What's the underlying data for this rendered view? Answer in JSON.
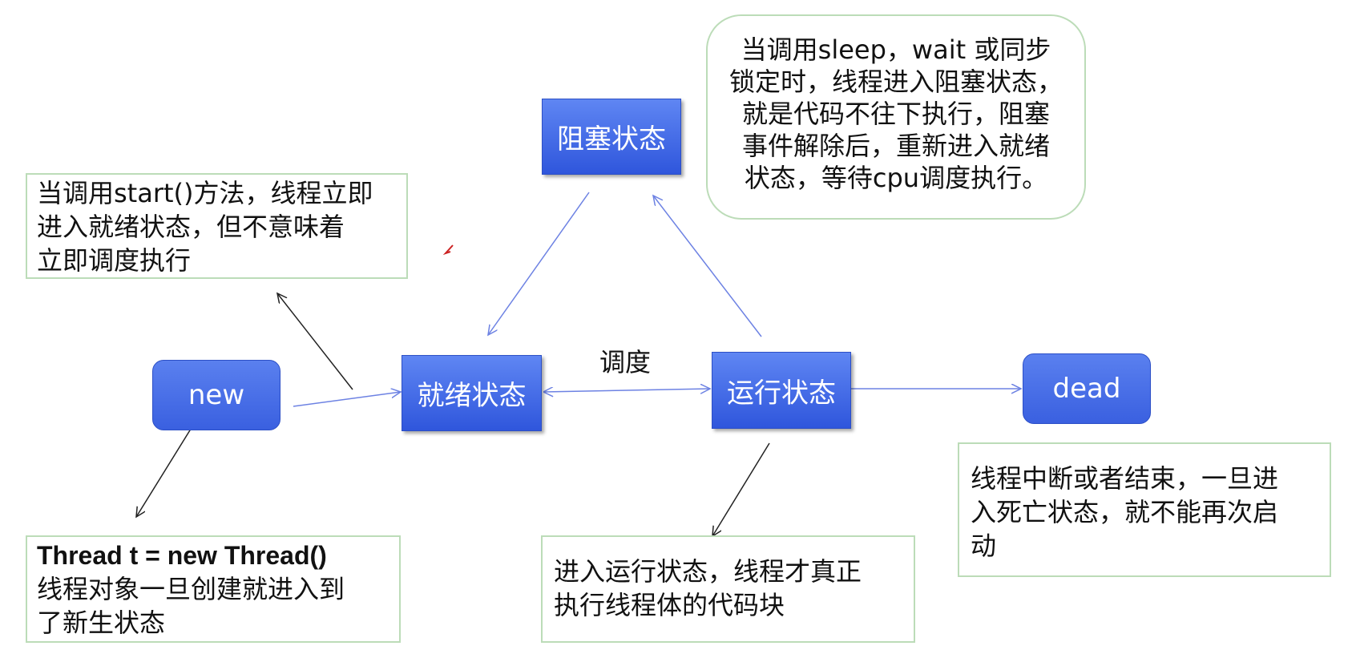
{
  "states": {
    "new": "new",
    "ready": "就绪状态",
    "blocked": "阻塞状态",
    "running": "运行状态",
    "dead": "dead"
  },
  "edge_labels": {
    "schedule": "调度"
  },
  "notes": {
    "start_note": [
      "当调用start()方法，线程立即",
      "进入就绪状态，但不意味着",
      "立即调度执行"
    ],
    "new_note": {
      "code": "Thread t = new Thread()",
      "lines": [
        "线程对象一旦创建就进入到",
        "了新生状态"
      ]
    },
    "blocked_note": [
      "当调用sleep，wait 或同步",
      "锁定时，线程进入阻塞状态，",
      "就是代码不往下执行，阻塞",
      "事件解除后，重新进入就绪",
      "状态，等待cpu调度执行。"
    ],
    "running_note": [
      "进入运行状态，线程才真正",
      "执行线程体的代码块"
    ],
    "dead_note": [
      "线程中断或者结束，一旦进",
      "入死亡状态，就不能再次启",
      "动"
    ]
  },
  "colors": {
    "state_fill": "#3a62e4",
    "note_border": "#bcdcb8",
    "arrow_blue": "#7b8fe6",
    "arrow_dark": "#222222"
  }
}
